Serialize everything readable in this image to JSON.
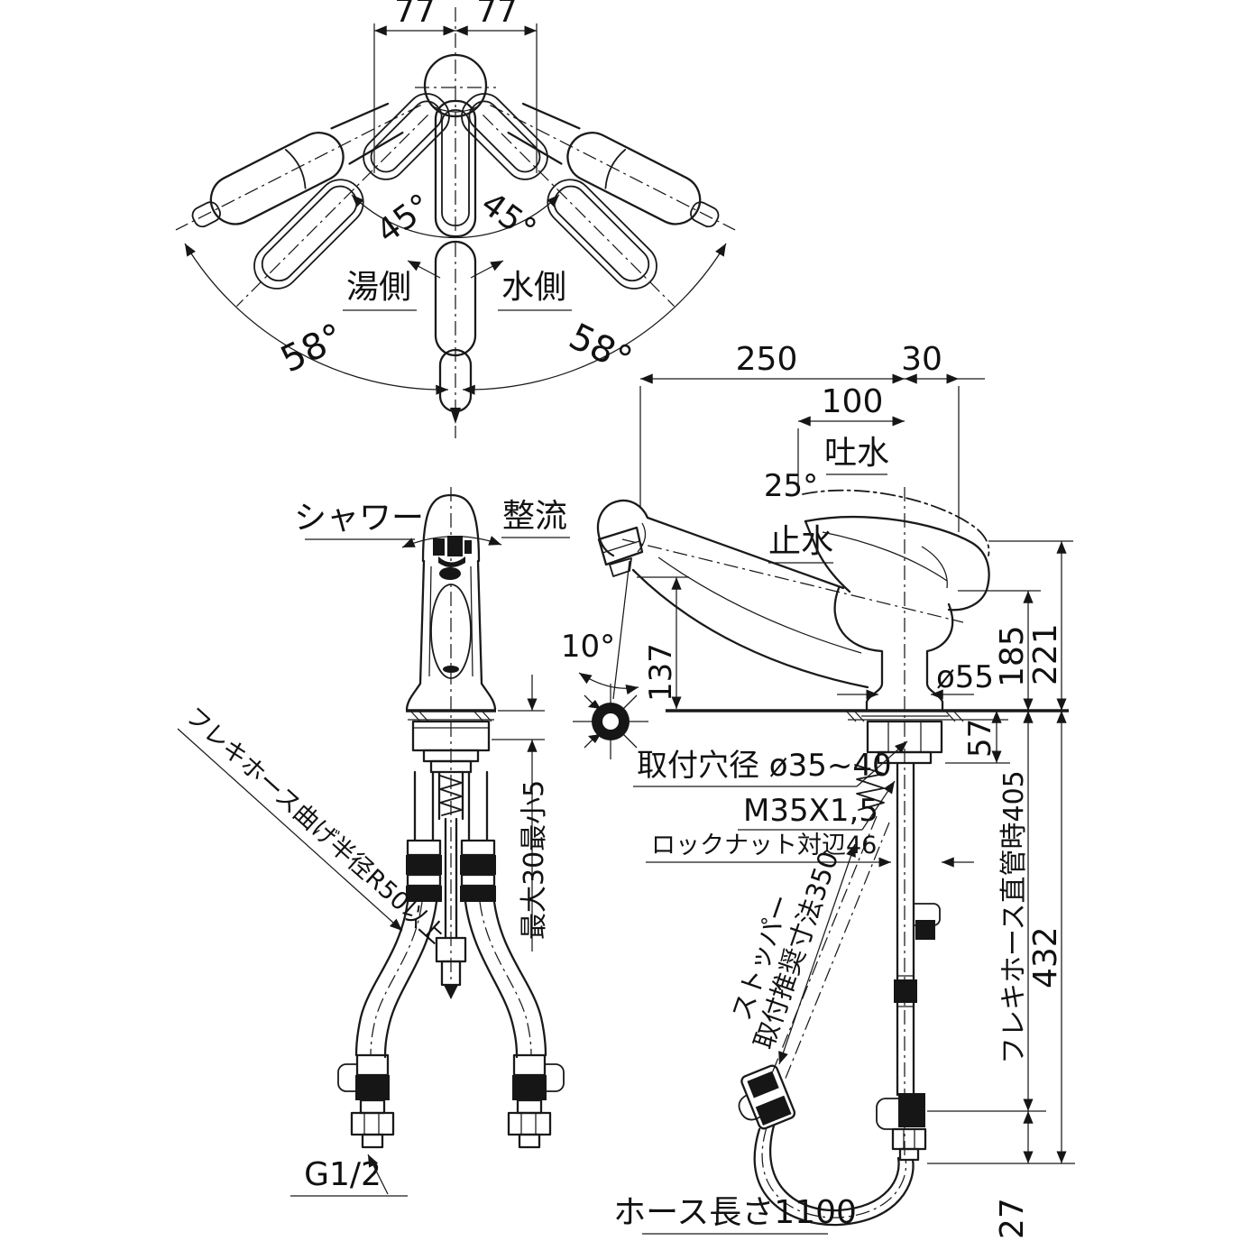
{
  "colors": {
    "background": "#ffffff",
    "line": "#1a1a1a"
  },
  "top_view": {
    "dim_left": "77",
    "dim_right": "77",
    "angle_inner_left": "45°",
    "angle_inner_right": "45°",
    "angle_outer_left": "58°",
    "angle_outer_right": "58°",
    "hot_side": "湯側",
    "cold_side": "水側"
  },
  "front_view": {
    "shower": "シャワー",
    "stream": "整流",
    "counter_thickness": "最大30最小5",
    "hose_bend": "フレキホース曲げ半径R50以上",
    "connection_thread": "G1/2"
  },
  "side_view": {
    "dim_250": "250",
    "dim_30": "30",
    "dim_100": "100",
    "discharge": "吐水",
    "shutoff": "止水",
    "angle_25": "25°",
    "angle_10": "10°",
    "dim_137": "137",
    "dim_185": "185",
    "dim_221": "221",
    "dia_spout": "ø55",
    "dim_57": "57",
    "mount_hole": "取付穴径 ø35~40",
    "mount_thread": "M35X1,5",
    "locknut": "ロックナット対辺46",
    "stopper_1": "ストッパー",
    "stopper_2": "取付推奨寸法350",
    "hose_straight": "フレキホース直管時405",
    "dim_432": "432",
    "dim_27": "27"
  },
  "footer": {
    "hose_length": "ホース長さ1100"
  }
}
